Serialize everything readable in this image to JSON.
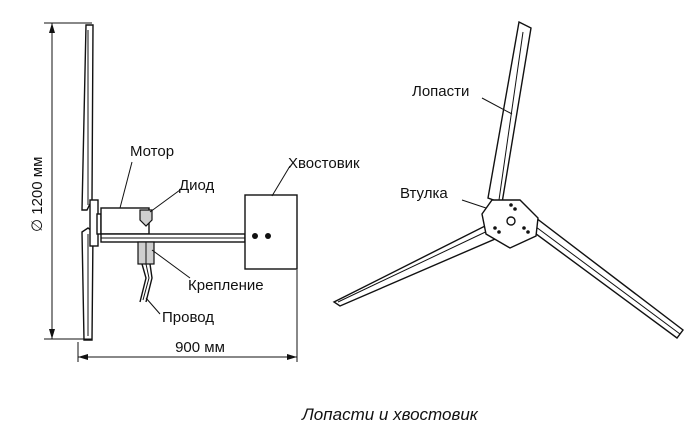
{
  "labels": {
    "diameter": "∅ 1200 мм",
    "motor": "Мотор",
    "diode": "Диод",
    "tail": "Хвостовик",
    "mount": "Крепление",
    "wire": "Провод",
    "length": "900 мм",
    "blades": "Лопасти",
    "hub": "Втулка"
  },
  "caption": "Лопасти и хвостовик"
}
